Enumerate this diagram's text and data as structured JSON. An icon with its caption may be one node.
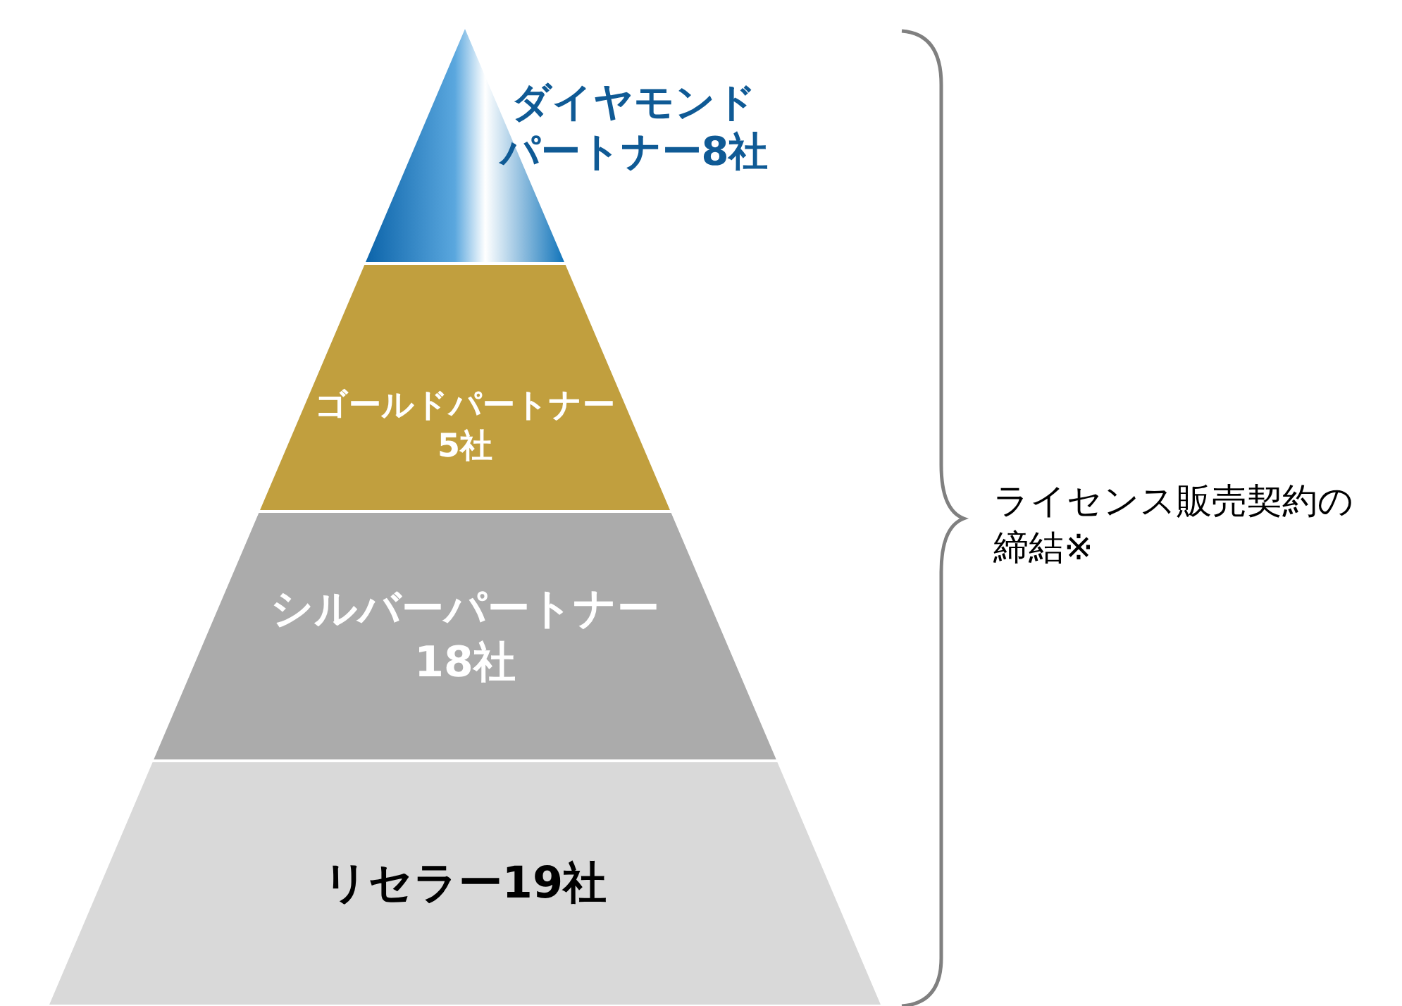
{
  "diagram": {
    "nodes": [
      {
        "text": [
          "ダイヤモンドパートナー8社"
        ]
      },
      {
        "text": [
          "ゴールドパートナー5社"
        ]
      },
      {
        "text": [
          "シルバーパートナー18社"
        ]
      },
      {
        "text": [
          "リセラー19社"
        ]
      }
    ],
    "labels": [
      "ライセンス販売契約の締結※"
    ]
  }
}
